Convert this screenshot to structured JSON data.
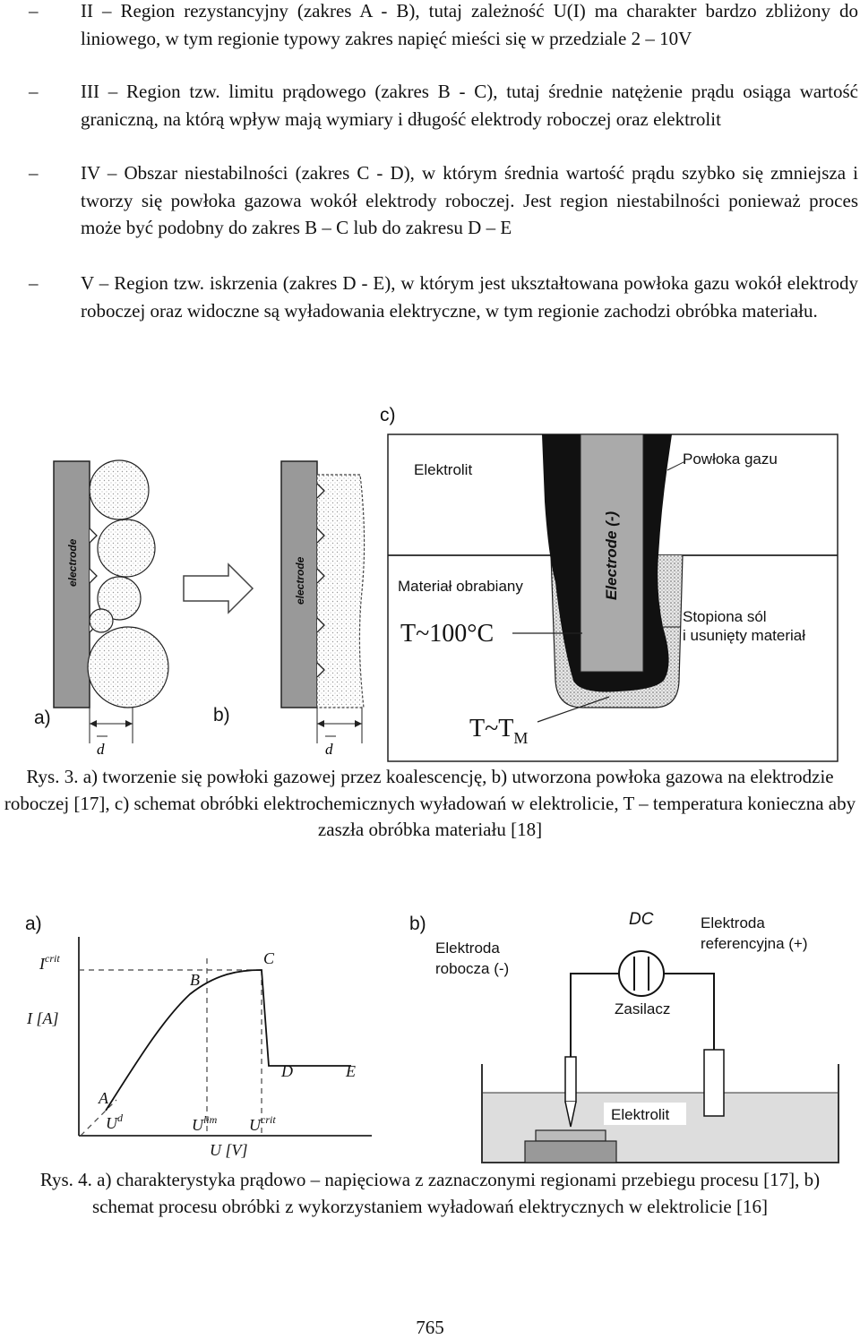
{
  "bullets": [
    {
      "dash": "–",
      "text": "II – Region rezystancyjny (zakres A - B), tutaj zależność U(I) ma charakter bardzo zbliżony do liniowego, w tym regionie typowy zakres napięć mieści się w przedziale 2 – 10V"
    },
    {
      "dash": "–",
      "text": "III – Region tzw. limitu prądowego (zakres B - C), tutaj średnie natężenie prądu osiąga wartość graniczną, na którą wpływ mają wymiary i długość elektrody roboczej oraz elektrolit"
    },
    {
      "dash": "–",
      "text": "IV – Obszar niestabilności (zakres C - D), w którym średnia wartość prądu szybko się zmniejsza i tworzy się powłoka gazowa wokół elektrody roboczej. Jest region niestabilności ponieważ proces może być podobny do zakres B – C lub do zakresu D – E"
    },
    {
      "dash": "–",
      "text": "V – Region tzw. iskrzenia (zakres D - E), w którym jest ukształtowana powłoka gazu wokół elektrody roboczej oraz widoczne są wyładowania elektryczne, w tym regionie zachodzi obróbka materiału."
    }
  ],
  "fig3": {
    "label_a": "a)",
    "label_b": "b)",
    "label_c": "c)",
    "electrode": "electrode",
    "d_symbol": "d",
    "c_elektrolit": "Elektrolit",
    "c_powloka": "Powłoka gazu",
    "c_electrode": "Electrode (-)",
    "c_material": "Materiał obrabiany",
    "c_temp": "T~100°C",
    "c_stopiona1": "Stopiona sól",
    "c_stopiona2": "i usunięty materiał",
    "c_ttm": "T~T",
    "c_ttm_sub": "M",
    "caption": "Rys. 3. a) tworzenie się powłoki gazowej przez koalescencję, b) utworzona powłoka gazowa na elektrodzie roboczej [17], c) schemat obróbki elektrochemicznych wyładowań w elektrolicie, T – temperatura konieczna aby zaszła obróbka materiału [18]"
  },
  "fig4": {
    "label_a": "a)",
    "label_b": "b)",
    "icrit": "I",
    "icrit_sup": "crit",
    "ylabel": "I [A]",
    "xlabel": "U [V]",
    "pt_A": "A",
    "pt_B": "B",
    "pt_C": "C",
    "pt_D": "D",
    "pt_E": "E",
    "ud": "U",
    "ud_sup": "d",
    "ulim": "U",
    "ulim_sup": "lim",
    "ucrit": "U",
    "ucrit_sup": "crit",
    "dc": "DC",
    "elektroda_robocza1": "Elektroda",
    "elektroda_robocza2": "robocza (-)",
    "elektroda_ref1": "Elektroda",
    "elektroda_ref2": "referencyjna (+)",
    "zasilacz": "Zasilacz",
    "elektrolit": "Elektrolit",
    "caption": "Rys. 4. a) charakterystyka prądowo – napięciowa z zaznaczonymi regionami przebiegu procesu [17], b) schemat procesu obróbki z wykorzystaniem wyładowań elektrycznych w elektrolicie [16]"
  },
  "page_number": "765"
}
